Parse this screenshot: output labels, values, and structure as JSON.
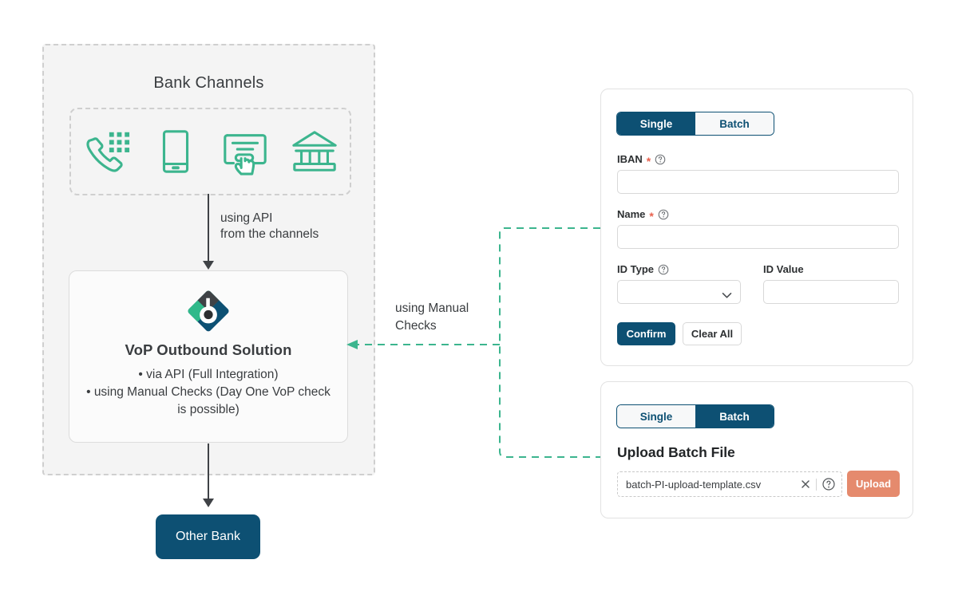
{
  "diagram": {
    "zone_title": "Bank Channels",
    "channels": [
      {
        "name": "phone-keypad-icon",
        "label": "Phone / Call Center"
      },
      {
        "name": "mobile-phone-icon",
        "label": "Mobile Banking"
      },
      {
        "name": "online-banking-click-icon",
        "label": "Online Banking"
      },
      {
        "name": "bank-building-icon",
        "label": "Branch"
      }
    ],
    "api_label": "using API\nfrom the channels",
    "manual_label": "using Manual\nChecks",
    "vop": {
      "title": "VoP Outbound Solution",
      "bullets": [
        "via API (Full Integration)",
        "using Manual Checks (Day One VoP check is possible)"
      ],
      "logo_name": "vop-brand-logo"
    },
    "other_bank": "Other Bank"
  },
  "single_panel": {
    "toggle": {
      "options": [
        "Single",
        "Batch"
      ],
      "selected": "Single"
    },
    "fields": {
      "iban": {
        "label": "IBAN",
        "required": true,
        "value": "",
        "placeholder": ""
      },
      "name": {
        "label": "Name",
        "required": true,
        "value": "",
        "placeholder": ""
      },
      "id_type": {
        "label": "ID Type",
        "required": false,
        "value": "",
        "placeholder": ""
      },
      "id_value": {
        "label": "ID Value",
        "required": false,
        "value": "",
        "placeholder": ""
      }
    },
    "confirm_label": "Confirm",
    "clear_label": "Clear All",
    "required_marker": "*"
  },
  "batch_panel": {
    "toggle": {
      "options": [
        "Single",
        "Batch"
      ],
      "selected": "Batch"
    },
    "title": "Upload Batch File",
    "file_name": "batch-PI-upload-template.csv",
    "upload_label": "Upload"
  },
  "colors": {
    "navy": "#0d5073",
    "teal": "#3cb58e",
    "orange": "#e58a6d",
    "required_red": "#e8604c",
    "panel_bg": "#f4f4f4",
    "dashed_gray": "#cfcfcf",
    "text": "#3a3d40"
  }
}
